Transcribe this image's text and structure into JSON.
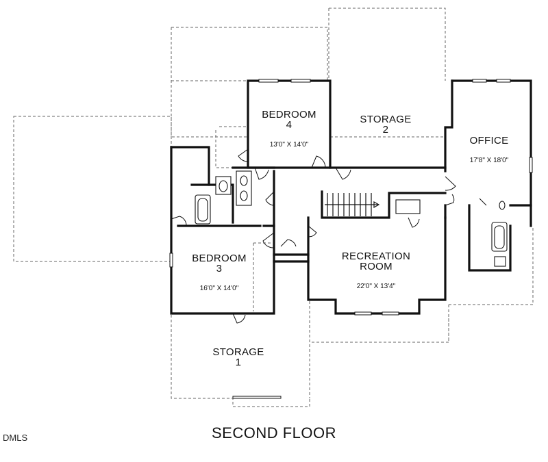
{
  "floor_title": "SECOND FLOOR",
  "watermark": "DMLS",
  "rooms": [
    {
      "id": "bedroom-4",
      "name_lines": [
        "BEDROOM",
        "4"
      ],
      "dims": "13'0\" X 14'0\""
    },
    {
      "id": "storage-2",
      "name_lines": [
        "STORAGE",
        "2"
      ],
      "dims": ""
    },
    {
      "id": "office",
      "name_lines": [
        "OFFICE"
      ],
      "dims": "17'8\" X 18'0\""
    },
    {
      "id": "bedroom-3",
      "name_lines": [
        "BEDROOM",
        "3"
      ],
      "dims": "16'0\" X 14'0\""
    },
    {
      "id": "recreation-room",
      "name_lines": [
        "RECREATION",
        "ROOM"
      ],
      "dims": "22'0\" X 13'4\""
    },
    {
      "id": "storage-1",
      "name_lines": [
        "STORAGE",
        "1"
      ],
      "dims": ""
    }
  ]
}
